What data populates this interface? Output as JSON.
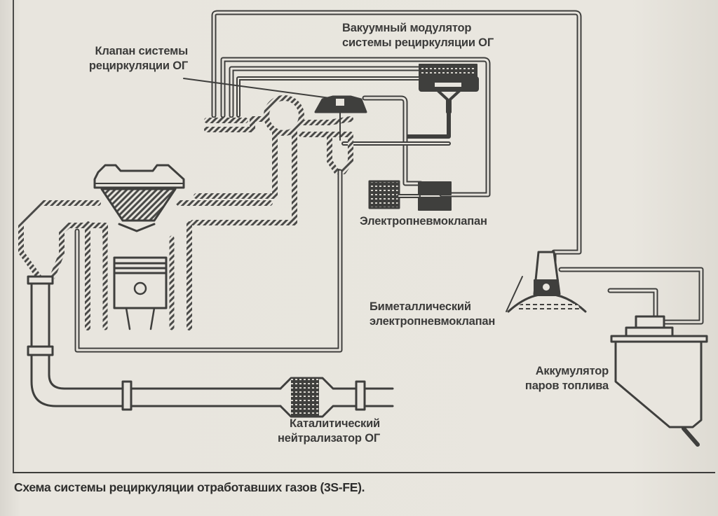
{
  "figure": {
    "caption": "Схема системы рециркуляции отработавших газов (3S-FE).",
    "colors": {
      "paper": "#e8e5de",
      "ink": "#3b3b3a"
    }
  },
  "labels": {
    "vacuum_modulator": {
      "line1": "Вакуумный модулятор",
      "line2": "системы рециркуляции ОГ"
    },
    "egr_valve": {
      "line1": "Клапан системы",
      "line2": "рециркуляции ОГ"
    },
    "vsv": {
      "line1": "Электропневмоклапан"
    },
    "bimetal_vsv": {
      "line1": "Биметаллический",
      "line2": "электропневмоклапан"
    },
    "canister": {
      "line1": "Аккумулятор",
      "line2": "паров топлива"
    },
    "catalytic": {
      "line1": "Каталитический",
      "line2": "нейтрализатор ОГ"
    }
  }
}
